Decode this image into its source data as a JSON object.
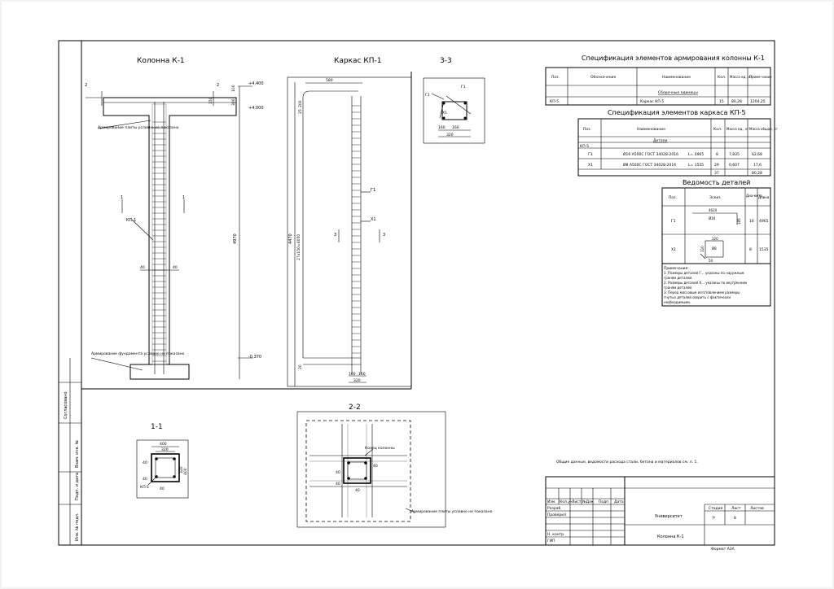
{
  "titles": {
    "column": "Колонна К-1",
    "cage": "Каркас КП-1",
    "section33": "3-3",
    "section11": "1-1",
    "section22": "2-2"
  },
  "elevation_view": {
    "level_top": "+4,400",
    "level_slab": "+4,000",
    "level_bottom": "-0,370",
    "dims": {
      "d100": "100",
      "d300": "300",
      "d150": "150",
      "height": "4970",
      "d40a": "40",
      "d40b": "40"
    },
    "labels": {
      "slab_rebar": "Армирование плиты условно не показано",
      "kp": "КП-1",
      "found_rebar": "Армирование фундамента условно не показано"
    },
    "section_marks": {
      "top": "2",
      "mid": "1"
    }
  },
  "cage_view": {
    "dims": {
      "top": "580",
      "d200": "200",
      "d25": "25",
      "total": "4470",
      "step": "27x150=4050",
      "d20": "20",
      "b160a": "160",
      "b160b": "160",
      "b320": "320"
    },
    "labels": {
      "g1": "Г1",
      "x1": "Х1"
    },
    "section_mark": "3"
  },
  "detail33": {
    "labels": {
      "g1a": "Г1",
      "g1b": "Г1",
      "x1": "Х1",
      "d160a": "160",
      "d160b": "160",
      "d320": "320"
    }
  },
  "section11": {
    "dims": {
      "w400": "400",
      "w320": "320",
      "h400": "400",
      "h320": "320",
      "c40a": "40",
      "c40b": "40",
      "c40c": "40"
    },
    "label_kp": "КП-1"
  },
  "section22": {
    "labels": {
      "end": "Конец колонны",
      "slab": "Армирование плиты условно не показано"
    },
    "dims": {
      "a": "40",
      "b": "40",
      "c": "40",
      "d": "40"
    }
  },
  "spec_column": {
    "title": "Спецификация элементов армирования колонны К-1",
    "headers": [
      "Поз.",
      "Обозначение",
      "Наименование",
      "Кол.",
      "Масса ед., кг",
      "Приме-чание"
    ],
    "section": "Сборочные единицы",
    "rows": [
      [
        "КП-5",
        "",
        "Каркас КП-5",
        "15",
        "80,28",
        "1204,25"
      ]
    ]
  },
  "spec_cage": {
    "title": "Спецификация элементов каркаса КП-5",
    "headers": [
      "Поз.",
      "Наименование",
      "Кол.",
      "Масса ед., кг",
      "Масса общая, кг"
    ],
    "section": "Детали",
    "group": "КП-5",
    "rows": [
      [
        "Г1",
        "Ø16 А500С  ГОСТ 34028-2016",
        "L= 4965",
        "8",
        "7,835",
        "62,68"
      ],
      [
        "Х1",
        "Ø8 А500С  ГОСТ 34028-2016",
        "L= 1535",
        "29",
        "0,607",
        "17,6"
      ]
    ],
    "total_qty": "37",
    "total_mass": "80,28"
  },
  "details": {
    "title": "Ведомость деталей",
    "headers": [
      "Поз.",
      "Эскиз",
      "Диа-метр",
      "Длина"
    ],
    "rows": [
      {
        "pos": "Г1",
        "diam": "16",
        "len": "4965",
        "sk1": "4620",
        "sk2": "Ø16",
        "sk3": "185"
      },
      {
        "pos": "Х1",
        "diam": "8",
        "len": "1535",
        "sk1": "320",
        "sk2": "Ø8",
        "sk3": "320",
        "sk4": "50"
      }
    ]
  },
  "notes": {
    "heading": "Примечания:",
    "lines": [
      "1. Размеры деталей Г... указаны по наружным",
      "граням деталей.",
      "2. Размеры деталей Х... указаны по внутренним",
      "граням деталей.",
      "3. Перед массовым изготовлением размеры",
      "гнутых деталей сверить с фактически",
      "необходимыми."
    ]
  },
  "general_note": "Общие данные, ведомости расхода стали, бетона и материалов см. л. 1.",
  "title_block": {
    "headers": [
      "Изм.",
      "Кол.уч.",
      "Лист",
      "№Док.",
      "Подп.",
      "Дата"
    ],
    "roles": [
      "Разраб.",
      "Проверил",
      "",
      "Н. контр.",
      "ГИП"
    ],
    "university": "Университет",
    "drawing": "Колонна К-1",
    "stage_h": "Стадия",
    "sheet_h": "Лист",
    "sheets_h": "Листов",
    "stage": "Р",
    "sheet": "8",
    "sheets": ""
  },
  "side_stamp": [
    "Согласовано",
    "Взам. инв. №",
    "Подп. и дата",
    "Инв. № подл."
  ],
  "format": "Формат А3А"
}
